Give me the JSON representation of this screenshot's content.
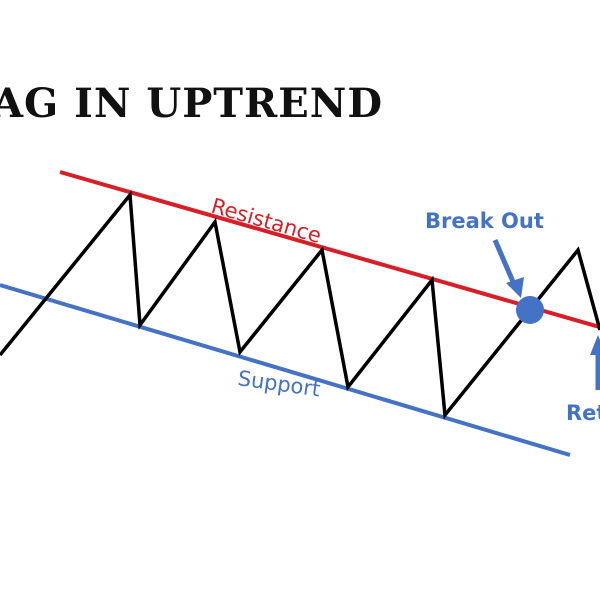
{
  "title": "AG IN UPTREND",
  "labels": {
    "resistance": "Resistance",
    "support": "Support",
    "break_out": "Break Out",
    "retest": "Retest"
  },
  "colors": {
    "resistance": "#d61f26",
    "support": "#4472c4",
    "price": "#000000",
    "breakout_marker": "#4472c4"
  }
}
